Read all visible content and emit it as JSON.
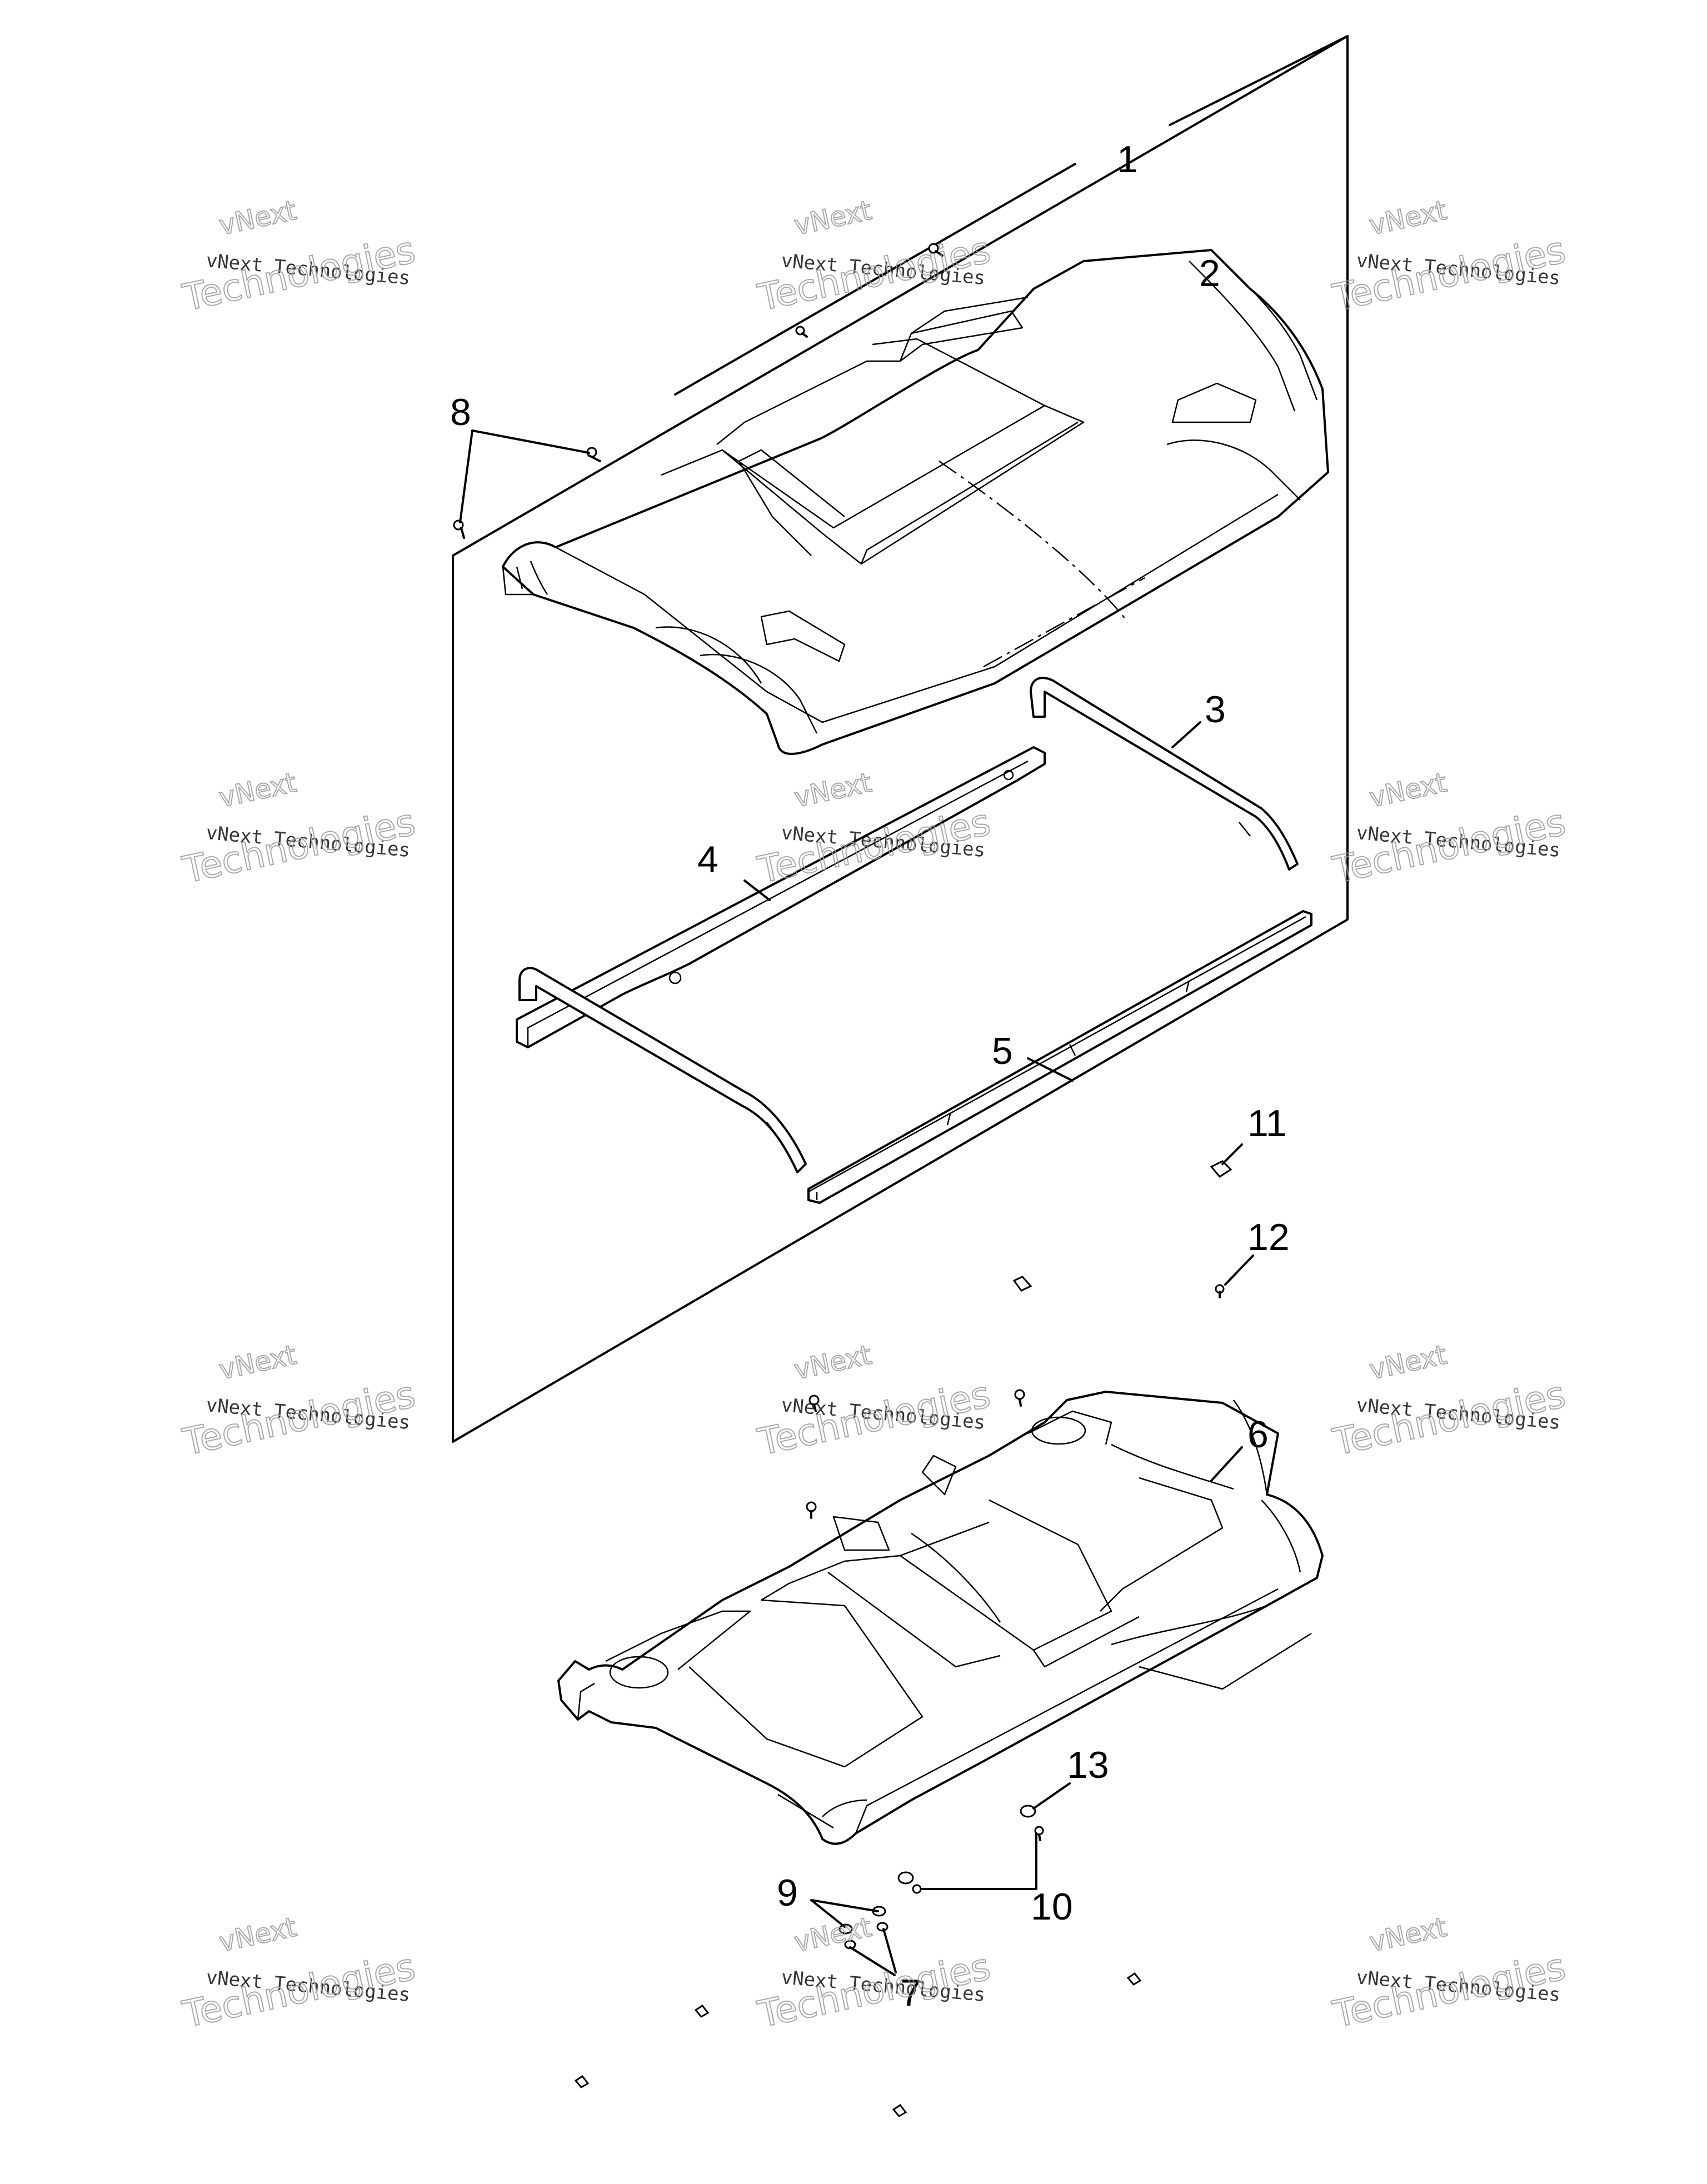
{
  "callouts": [
    {
      "id": "1",
      "text": "1"
    },
    {
      "id": "2",
      "text": "2"
    },
    {
      "id": "3",
      "text": "3"
    },
    {
      "id": "4",
      "text": "4"
    },
    {
      "id": "5",
      "text": "5"
    },
    {
      "id": "6",
      "text": "6"
    },
    {
      "id": "7",
      "text": "7"
    },
    {
      "id": "8",
      "text": "8"
    },
    {
      "id": "9",
      "text": "9"
    },
    {
      "id": "10",
      "text": "10"
    },
    {
      "id": "11",
      "text": "11"
    },
    {
      "id": "12",
      "text": "12"
    },
    {
      "id": "13",
      "text": "13"
    }
  ],
  "watermark": {
    "company": "vNext Technologies",
    "line_top": "vNext",
    "line_bottom": "Technologies"
  }
}
